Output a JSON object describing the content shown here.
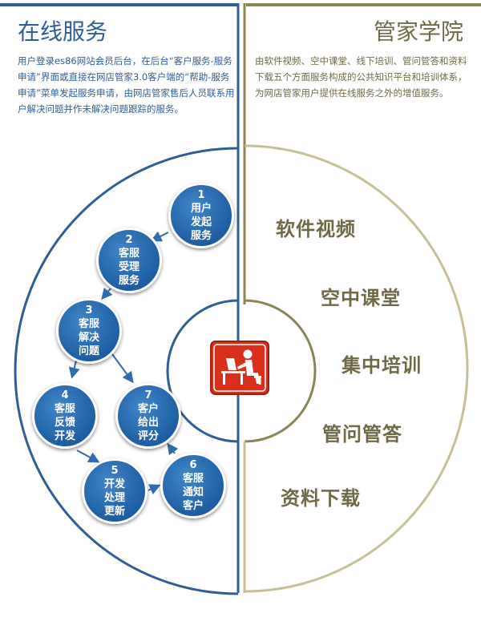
{
  "left": {
    "title": "在线服务",
    "description": "用户登录es86网站会员后台，在后台“客户服务-服务申请”界面或直接在网店管家3.0客户端的“帮助-服务申请”菜单发起服务申请，由网店管家售后人员联系用户解决问题并作未解决问题跟踪的服务。",
    "steps": [
      {
        "num": "1",
        "lines": [
          "用户",
          "发起",
          "服务"
        ]
      },
      {
        "num": "2",
        "lines": [
          "客服",
          "受理",
          "服务"
        ]
      },
      {
        "num": "3",
        "lines": [
          "客服",
          "解决",
          "问题"
        ]
      },
      {
        "num": "4",
        "lines": [
          "客服",
          "反馈",
          "开发"
        ]
      },
      {
        "num": "5",
        "lines": [
          "开发",
          "处理",
          "更新"
        ]
      },
      {
        "num": "6",
        "lines": [
          "客服",
          "通知",
          "客户"
        ]
      },
      {
        "num": "7",
        "lines": [
          "客户",
          "给出",
          "评分"
        ]
      }
    ]
  },
  "right": {
    "title": "管家学院",
    "description": "由软件视频、空中课堂、线下培训、管问管答和资料下载五个方面服务构成的公共知识平台和培训体系，为网店管家用户提供在线服务之外的增值服务。",
    "topics": [
      "软件视频",
      "空中课堂",
      "集中培训",
      "管问管答",
      "资料下载"
    ]
  },
  "colors": {
    "blue": "#2f5d96",
    "olive": "#8b8457",
    "step_blue": "#1e5ea3",
    "icon_red": "#d9301c"
  },
  "center_icon": "person-at-computer-icon"
}
